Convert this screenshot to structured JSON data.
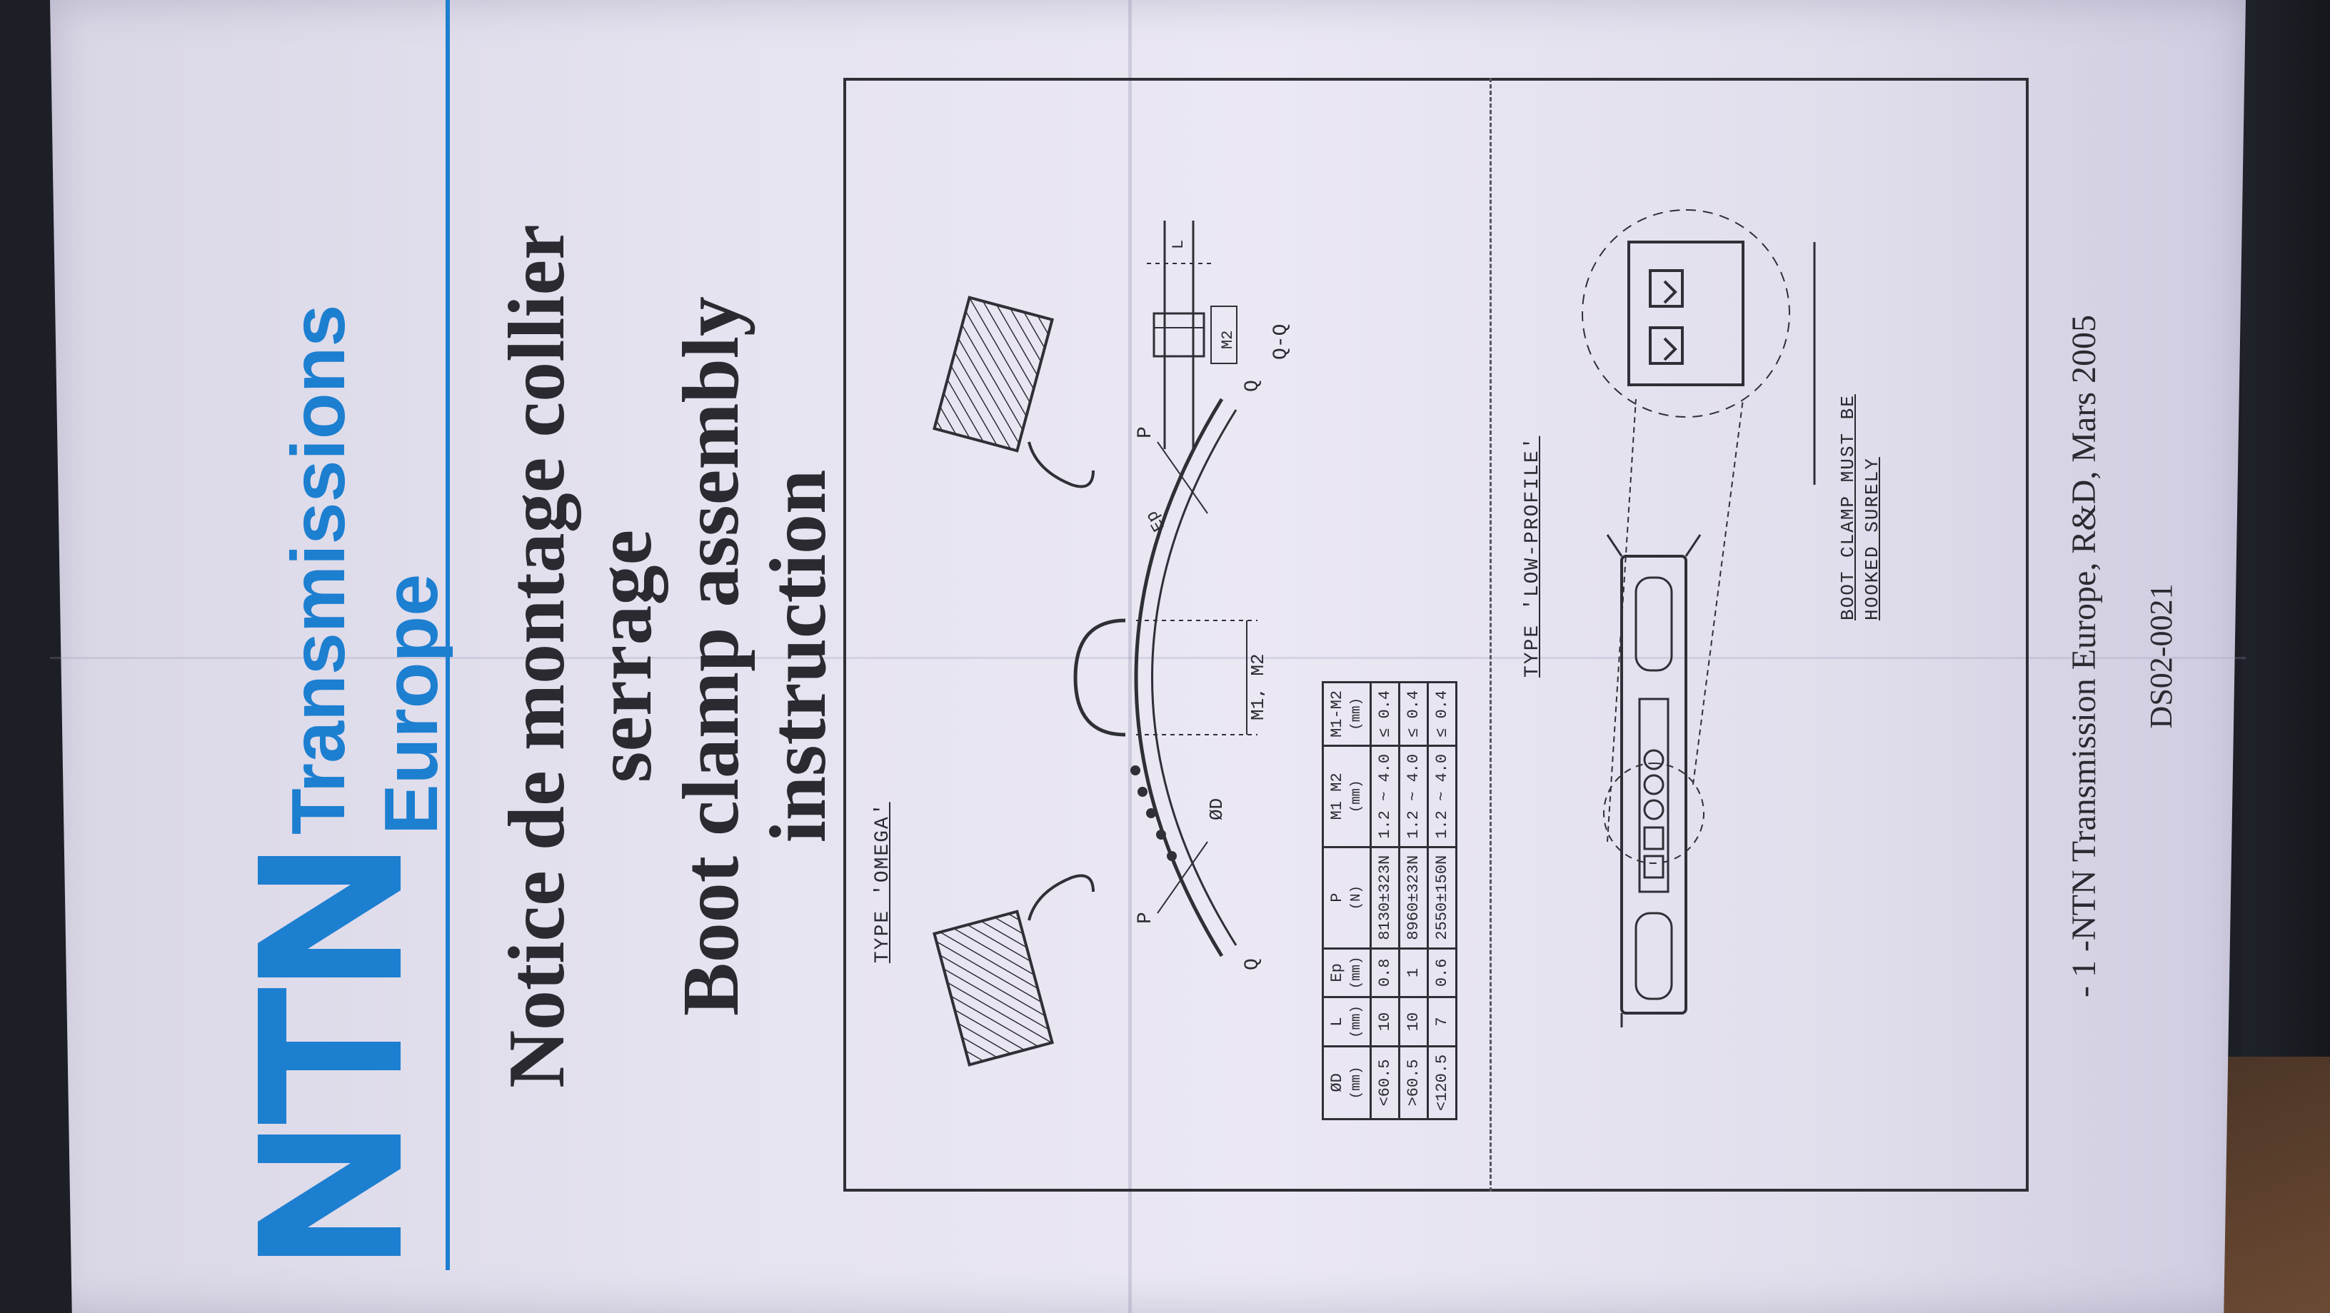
{
  "brand": {
    "logo_text": "NTN",
    "line1": "Transmissions",
    "line2": "Europe",
    "color": "#1d7fd0"
  },
  "title": {
    "fr_line1": "Notice de montage collier",
    "fr_line2": "serrage",
    "en_line1": "Boot clamp assembly",
    "en_line2": "instruction"
  },
  "drawing": {
    "type_omega_label": "TYPE 'OMEGA'",
    "type_low_profile_label": "TYPE 'LOW-PROFILE'",
    "labels": {
      "p": "P",
      "q": "Q",
      "dia": "ØD",
      "ep": "Ep",
      "m1m2": "M1, M2",
      "m1": "M1",
      "m2": "M2",
      "l": "L",
      "section": "Q-Q"
    },
    "table": {
      "headers": [
        {
          "name": "ØD",
          "unit": "(mm)"
        },
        {
          "name": "L",
          "unit": "(mm)"
        },
        {
          "name": "Ep",
          "unit": "(mm)"
        },
        {
          "name": "P",
          "unit": "(N)"
        },
        {
          "name": "M1 M2",
          "unit": "(mm)"
        },
        {
          "name": "M1-M2",
          "unit": "(mm)"
        }
      ],
      "rows": [
        [
          "<60.5",
          "10",
          "0.8",
          "8130±323N",
          "1.2 ~ 4.0",
          "≤ 0.4"
        ],
        [
          ">60.5",
          "10",
          "1",
          "8960±323N",
          "1.2 ~ 4.0",
          "≤ 0.4"
        ],
        [
          "<120.5",
          "7",
          "0.6",
          "2550±150N",
          "1.2 ~ 4.0",
          "≤ 0.4"
        ]
      ]
    },
    "boot_note_line1": "BOOT CLAMP MUST BE",
    "boot_note_line2": "HOOKED SURELY"
  },
  "footer": {
    "line": "- 1 -NTN Transmission Europe, R&D, Mars 2005",
    "doc_code": "DS02-0021"
  }
}
